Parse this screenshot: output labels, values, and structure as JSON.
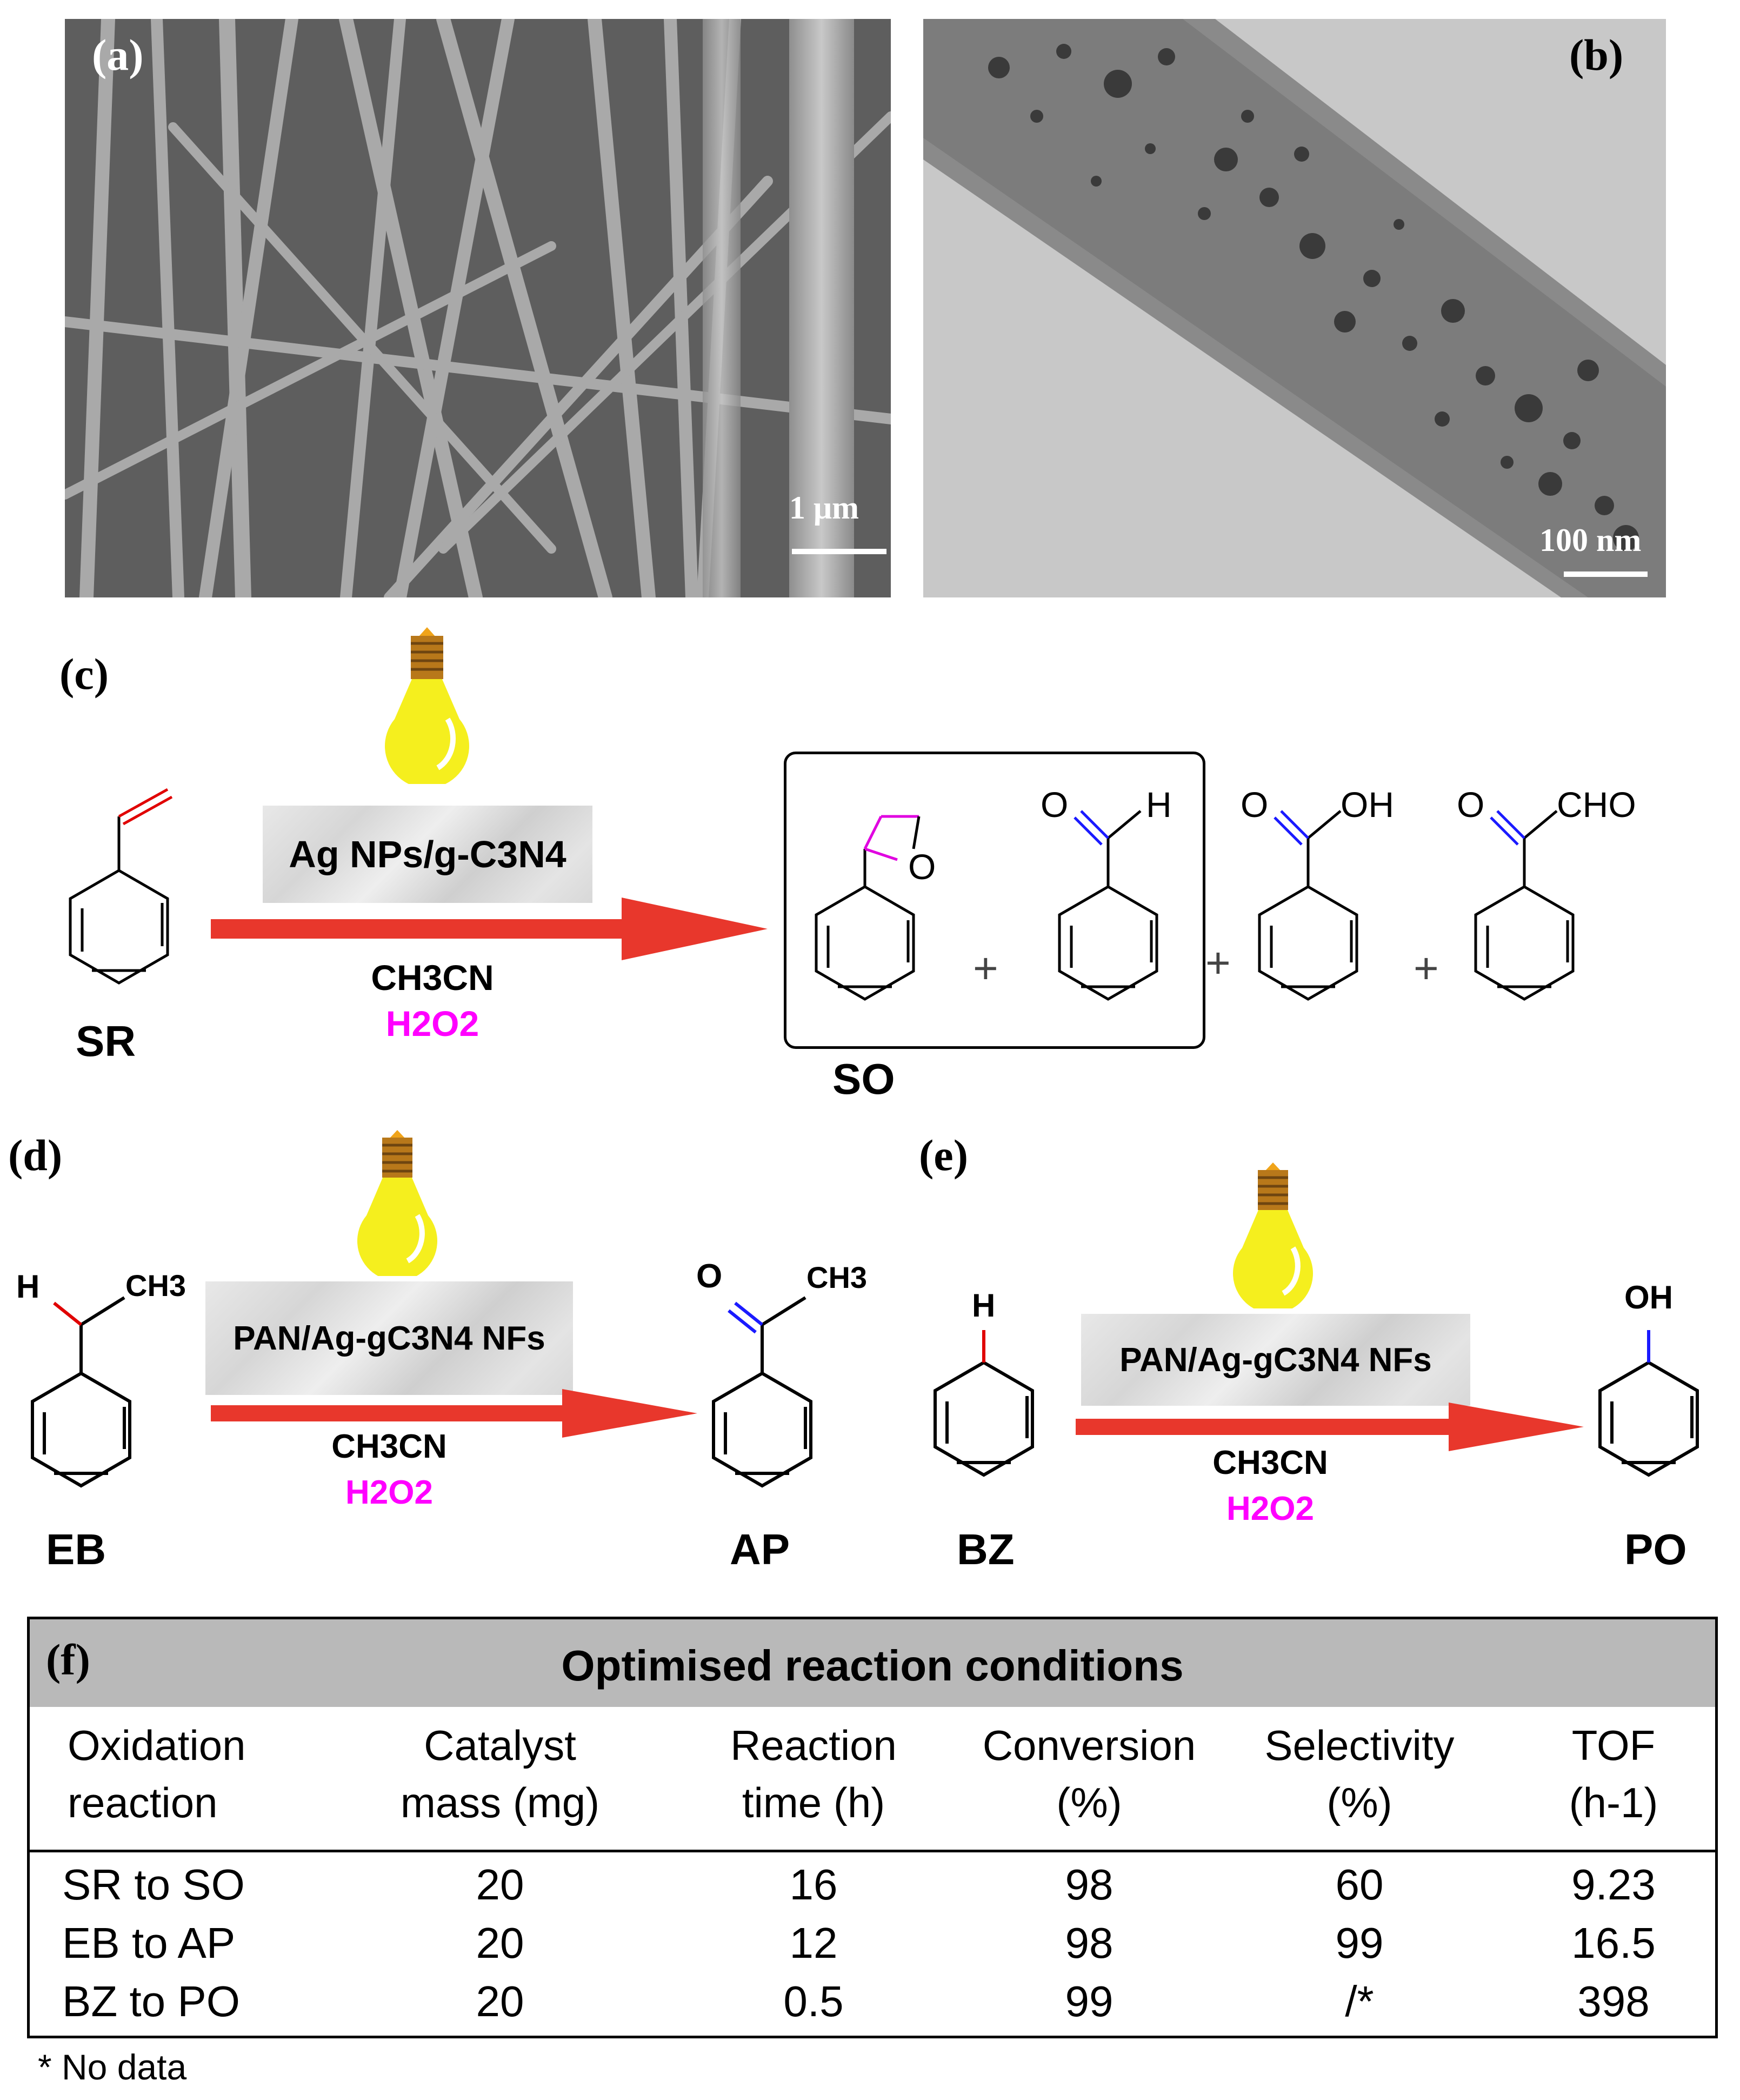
{
  "panels": {
    "a": {
      "label": "(a)",
      "scale": "1 μm"
    },
    "b": {
      "label": "(b)",
      "scale": "100 nm"
    },
    "c": {
      "label": "(c)"
    },
    "d": {
      "label": "(d)"
    },
    "e": {
      "label": "(e)"
    },
    "f": {
      "label": "(f)"
    }
  },
  "reaction_c": {
    "catalyst": "Ag NPs/g-C3N4",
    "solvent": "CH3CN",
    "oxidant": "H2O2",
    "reactant": "SR",
    "product_boxed": "SO",
    "aldehyde_h": "H",
    "acid_oh": "OH",
    "glyoxal_cho": "CHO",
    "o": "O",
    "plus": "+"
  },
  "reaction_d": {
    "catalyst": "PAN/Ag-gC3N4 NFs",
    "solvent": "CH3CN",
    "oxidant": "H2O2",
    "reactant": "EB",
    "product": "AP",
    "h": "H",
    "ch3": "CH3",
    "o": "O"
  },
  "reaction_e": {
    "catalyst": "PAN/Ag-gC3N4 NFs",
    "solvent": "CH3CN",
    "oxidant": "H2O2",
    "reactant": "BZ",
    "product": "PO",
    "h": "H",
    "oh": "OH"
  },
  "table": {
    "title": "Optimised reaction conditions",
    "headers": [
      [
        "Oxidation",
        "reaction"
      ],
      [
        "Catalyst",
        "mass (mg)"
      ],
      [
        "Reaction",
        "time (h)"
      ],
      [
        "Conversion",
        "(%)"
      ],
      [
        "Selectivity",
        "(%)"
      ],
      [
        "TOF",
        "(h-1)"
      ]
    ],
    "rows": [
      [
        "SR to SO",
        "20",
        "16",
        "98",
        "60",
        "9.23"
      ],
      [
        "EB to AP",
        "20",
        "12",
        "98",
        "99",
        "16.5"
      ],
      [
        "BZ to PO",
        "20",
        "0.5",
        "99",
        "/*",
        "398"
      ]
    ],
    "footnote": "* No data"
  },
  "colors": {
    "arrow": "#e8372c",
    "oxidant": "#ff00ff",
    "bond_blue": "#1a1aff",
    "bond_red": "#e00000",
    "bond_magenta": "#e000e0",
    "header_gray": "#b9b9b9",
    "bulb": "#f5ef1e"
  }
}
